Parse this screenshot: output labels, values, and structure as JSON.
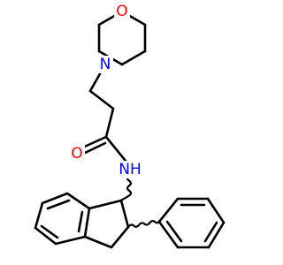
{
  "molecule": {
    "atoms": {
      "oxygen_morpholine": {
        "label": "O",
        "color": "#ff0000"
      },
      "nitrogen_morpholine": {
        "label": "N",
        "color": "#0000ff"
      },
      "oxygen_carbonyl": {
        "label": "O",
        "color": "#ff0000"
      },
      "nitrogen_amide": {
        "label": "NH",
        "color": "#0000ff"
      }
    },
    "bond_color": "#000000"
  }
}
